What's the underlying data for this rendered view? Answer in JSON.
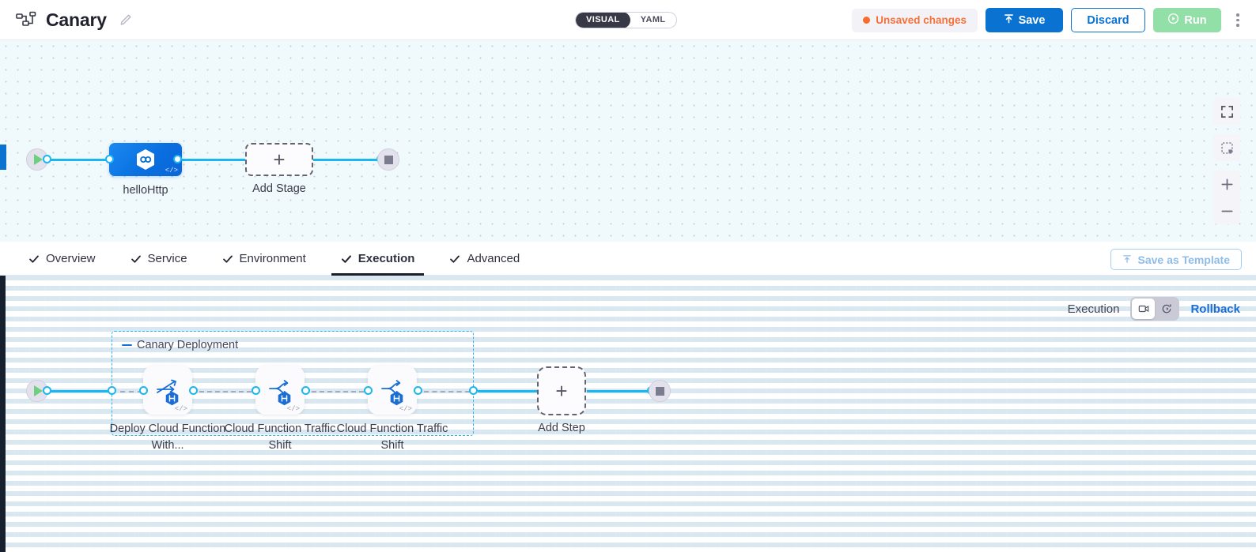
{
  "header": {
    "title": "Canary",
    "pipeline_icon": "pipeline-icon",
    "edit_icon": "pencil-icon",
    "mode_toggle": {
      "visual": "VISUAL",
      "yaml": "YAML",
      "selected": "VISUAL"
    },
    "unsaved_label": "Unsaved changes",
    "save_label": "Save",
    "discard_label": "Discard",
    "run_label": "Run",
    "more_menu": "kebab-menu",
    "colors": {
      "save_bg": "#0a73d1",
      "discard_fg": "#0a73d1",
      "run_bg": "#92dfa8",
      "unsaved_fg": "#f4713b"
    }
  },
  "stage_canvas": {
    "start_node": "start",
    "end_node": "end",
    "stages": [
      {
        "label": "helloHttp",
        "icon": "harness-hexagon-icon",
        "type": "stage",
        "code_mark": "</>"
      }
    ],
    "add_stage_label": "Add Stage",
    "controls": [
      {
        "name": "fullscreen-icon",
        "label": ""
      },
      {
        "name": "fit-to-screen-icon",
        "label": ""
      },
      {
        "name": "zoom-in-icon",
        "label": "+"
      },
      {
        "name": "zoom-out-icon",
        "label": "−"
      }
    ]
  },
  "tabs": [
    {
      "label": "Overview",
      "checked": true,
      "active": false
    },
    {
      "label": "Service",
      "checked": true,
      "active": false
    },
    {
      "label": "Environment",
      "checked": true,
      "active": false
    },
    {
      "label": "Execution",
      "checked": true,
      "active": true
    },
    {
      "label": "Advanced",
      "checked": true,
      "active": false
    }
  ],
  "save_as_template": {
    "label": "Save as Template",
    "icon": "template-upload-icon"
  },
  "execution_panel": {
    "execution_label": "Execution",
    "rollback_label": "Rollback",
    "toggle": [
      {
        "name": "execution-view-icon",
        "selected": true
      },
      {
        "name": "rollback-view-icon",
        "selected": false
      }
    ],
    "group": {
      "title": "Canary Deployment",
      "collapse_icon": "collapse-dash-icon",
      "steps": [
        {
          "label": "Deploy Cloud Function With...",
          "icon": "deploy-cloud-function-icon",
          "badge": "harness-hex-badge",
          "code_mark": "</>"
        },
        {
          "label": "Cloud Function Traffic Shift",
          "icon": "traffic-shift-icon",
          "badge": "harness-hex-badge",
          "code_mark": "</>"
        },
        {
          "label": "Cloud Function Traffic Shift",
          "icon": "traffic-shift-icon",
          "badge": "harness-hex-badge",
          "code_mark": "</>"
        }
      ]
    },
    "add_step_label": "Add Step"
  }
}
